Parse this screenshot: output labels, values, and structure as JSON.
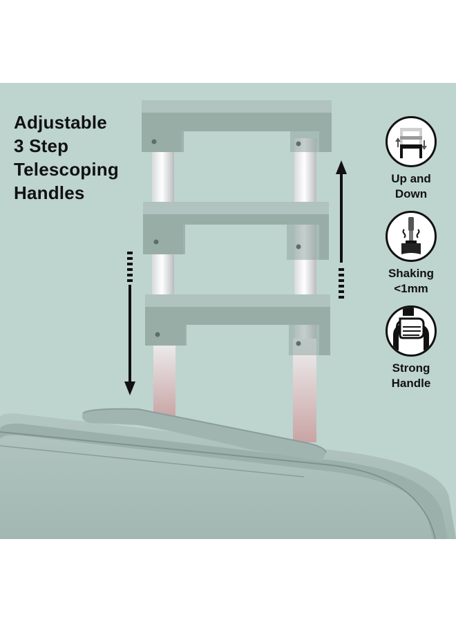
{
  "headline": {
    "lines": [
      "Adjustable",
      "3 Step",
      "Telescoping",
      "Handles"
    ]
  },
  "features": [
    {
      "icon": "up-down-icon",
      "lines": [
        "Up and",
        "Down"
      ]
    },
    {
      "icon": "shaking-icon",
      "lines": [
        "Shaking",
        "<1mm"
      ]
    },
    {
      "icon": "strong-handle-icon",
      "lines": [
        "Strong",
        "Handle"
      ]
    }
  ],
  "colors": {
    "background": "#bed4cf",
    "luggage": "#a9bcb7",
    "luggage_dark": "#8fa39e",
    "handle": "#9fb3ae",
    "text": "#111111",
    "arrow": "#111111"
  }
}
